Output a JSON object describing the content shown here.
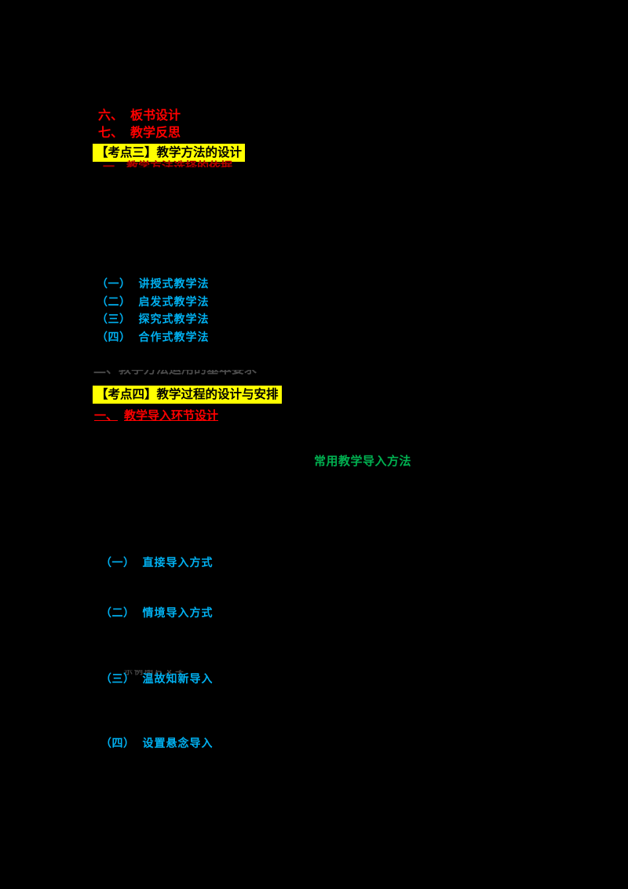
{
  "page": {
    "background": "#000000"
  },
  "colors": {
    "red": "#ff0000",
    "dark_red": "#b00000",
    "blue": "#00b0f0",
    "green": "#00b050",
    "highlight_yellow": "#ffff00",
    "heading_text": "#000000",
    "faint_gray": "#4a4a4a"
  },
  "prev_list": {
    "items": [
      {
        "num": "六、",
        "label": "板书设计"
      },
      {
        "num": "七、",
        "label": "教学反思"
      }
    ]
  },
  "kaodian3": {
    "heading": "【考点三】教学方法的设计",
    "partial_line": "一、教学方法选择的依据",
    "methods": [
      {
        "num": "（一）",
        "label": "讲授式教学法"
      },
      {
        "num": "（二）",
        "label": "启发式教学法"
      },
      {
        "num": "（三）",
        "label": "探究式教学法"
      },
      {
        "num": "（四）",
        "label": "合作式教学法"
      }
    ]
  },
  "kaodian4": {
    "partial_line": "二、教学方法运用的基本要求",
    "heading": "【考点四】教学过程的设计与安排",
    "section_title_num": "一、",
    "section_title": "教学导入环节设计",
    "table_caption": "常用教学导入方法",
    "intro_methods": [
      {
        "num": "（一）",
        "label": "直接导入方式"
      },
      {
        "num": "（二）",
        "label": "情境导入方式"
      },
      {
        "num": "（三）",
        "label": "温故知新导入"
      },
      {
        "num": "（四）",
        "label": "设置悬念导入"
      }
    ],
    "partial_fragment": "示例图片文字"
  }
}
